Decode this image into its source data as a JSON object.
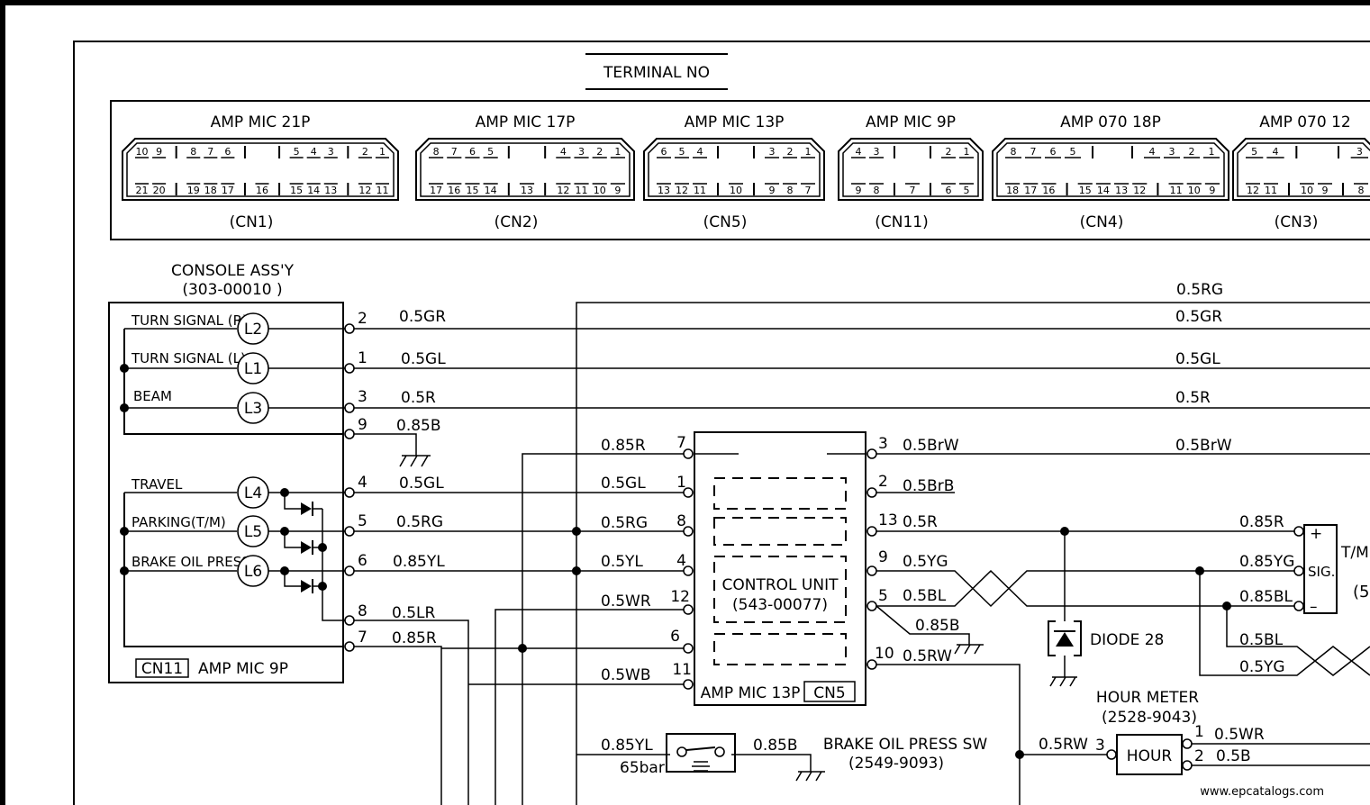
{
  "title": "TERMINAL NO",
  "watermark": "www.epcatalogs.com",
  "connectors": [
    {
      "id": "cn1",
      "name": "AMP MIC 21P",
      "code": "(CN1)",
      "top_groups": [
        [
          "10",
          "9"
        ],
        [
          "8",
          "7",
          "6"
        ],
        [],
        [
          "5",
          "4",
          "3"
        ],
        [
          "2",
          "1"
        ]
      ],
      "bottom_groups": [
        [
          "21",
          "20"
        ],
        [
          "19",
          "18",
          "17"
        ],
        [
          "16"
        ],
        [
          "15",
          "14",
          "13"
        ],
        [
          "12",
          "11"
        ]
      ]
    },
    {
      "id": "cn2",
      "name": "AMP MIC 17P",
      "code": "(CN2)",
      "top_groups": [
        [
          "8",
          "7",
          "6",
          "5"
        ],
        [],
        [
          "4",
          "3",
          "2",
          "1"
        ]
      ],
      "bottom_groups": [
        [
          "17",
          "16",
          "15",
          "14"
        ],
        [
          "13"
        ],
        [
          "12",
          "11",
          "10",
          "9"
        ]
      ]
    },
    {
      "id": "cn5",
      "name": "AMP MIC 13P",
      "code": "(CN5)",
      "top_groups": [
        [
          "6",
          "5",
          "4"
        ],
        [],
        [
          "3",
          "2",
          "1"
        ]
      ],
      "bottom_groups": [
        [
          "13",
          "12",
          "11"
        ],
        [
          "10"
        ],
        [
          "9",
          "8",
          "7"
        ]
      ]
    },
    {
      "id": "cn11",
      "name": "AMP MIC 9P",
      "code": "(CN11)",
      "top_groups": [
        [
          "4",
          "3"
        ],
        [],
        [
          "2",
          "1"
        ]
      ],
      "bottom_groups": [
        [
          "9",
          "8"
        ],
        [
          "7"
        ],
        [
          "6",
          "5"
        ]
      ]
    },
    {
      "id": "cn4",
      "name": "AMP 070 18P",
      "code": "(CN4)",
      "top_groups": [
        [
          "8",
          "7",
          "6",
          "5"
        ],
        [],
        [
          "4",
          "3",
          "2",
          "1"
        ]
      ],
      "bottom_groups": [
        [
          "18",
          "17",
          "16"
        ],
        [
          "15",
          "14",
          "13",
          "12"
        ],
        [
          "11",
          "10",
          "9"
        ]
      ]
    },
    {
      "id": "cn3",
      "name": "AMP 070 12",
      "code": "(CN3)",
      "top_groups": [
        [
          "5",
          "4"
        ],
        [],
        [
          "3"
        ]
      ],
      "bottom_groups": [
        [
          "12",
          "11"
        ],
        [
          "10",
          "9"
        ],
        [
          "8"
        ]
      ]
    }
  ],
  "console": {
    "title": "CONSOLE ASS'Y",
    "part_no": "(303-00010 )",
    "footer_tag": "CN11",
    "footer_name": "AMP MIC 9P",
    "lamps": [
      {
        "label": "TURN SIGNAL (R)",
        "id": "L2",
        "pin": "2",
        "wire": "0.5GR"
      },
      {
        "label": "TURN SIGNAL (L)",
        "id": "L1",
        "pin": "1",
        "wire": "0.5GL"
      },
      {
        "label": "BEAM",
        "id": "L3",
        "pin": "3",
        "wire": "0.5R"
      },
      {
        "label": "TRAVEL",
        "id": "L4",
        "pin": "4",
        "wire": "0.5GL"
      },
      {
        "label": "PARKING(T/M)",
        "id": "L5",
        "pin": "5",
        "wire": "0.5RG"
      },
      {
        "label": "BRAKE OIL PRESS",
        "id": "L6",
        "pin": "6",
        "wire": "0.85YL"
      }
    ],
    "extra_pins": [
      {
        "pin": "9",
        "wire": "0.85B"
      },
      {
        "pin": "8",
        "wire": "0.5LR"
      },
      {
        "pin": "7",
        "wire": "0.85R"
      }
    ]
  },
  "control_unit": {
    "name": "CONTROL UNIT",
    "part_no": "(543-00077)",
    "footer_name": "AMP MIC 13P",
    "footer_tag": "CN5",
    "left_pins": [
      {
        "pin": "7",
        "wire": "0.85R"
      },
      {
        "pin": "1",
        "wire": "0.5GL"
      },
      {
        "pin": "8",
        "wire": "0.5RG"
      },
      {
        "pin": "4",
        "wire": "0.5YL"
      },
      {
        "pin": "12",
        "wire": "0.5WR"
      },
      {
        "pin": "6",
        "wire": ""
      },
      {
        "pin": "11",
        "wire": "0.5WB"
      }
    ],
    "right_pins": [
      {
        "pin": "3",
        "wire": "0.5BrW"
      },
      {
        "pin": "2",
        "wire": "0.5BrB"
      },
      {
        "pin": "13",
        "wire": "0.5R"
      },
      {
        "pin": "9",
        "wire": "0.5YG"
      },
      {
        "pin": "5",
        "wire": "0.5BL"
      },
      {
        "pin": "10",
        "wire": "0.5RW"
      }
    ]
  },
  "wire_labels": {
    "rg_top": "0.5RG",
    "gr_right": "0.5GR",
    "gl_right": "0.5GL",
    "r_right": "0.5R",
    "brw_right": "0.5BrW",
    "ground_85b": "0.85B",
    "sig_plus": "0.85R",
    "sig_mid": "0.85YG",
    "sig_minus": "0.85BL",
    "bl_lower": "0.5BL",
    "yg_lower": "0.5YG",
    "sw_left": "0.85YL",
    "sw_right": "0.85B",
    "hour_in": "0.5RW",
    "hour_out1": "0.5WR",
    "hour_out2": "0.5B"
  },
  "sig_unit": {
    "label": "SIG.",
    "plus": "+",
    "minus": "–",
    "side_label": "T/M",
    "side_code": "(5"
  },
  "diode": {
    "label": "DIODE 28"
  },
  "hour_meter": {
    "title": "HOUR METER",
    "part_no": "(2528-9043)",
    "label": "HOUR",
    "pin_in": "3",
    "pin_out1": "1",
    "pin_out2": "2"
  },
  "switch": {
    "name": "BRAKE OIL PRESS SW",
    "part_no": "(2549-9093)",
    "rating": "65bar"
  }
}
